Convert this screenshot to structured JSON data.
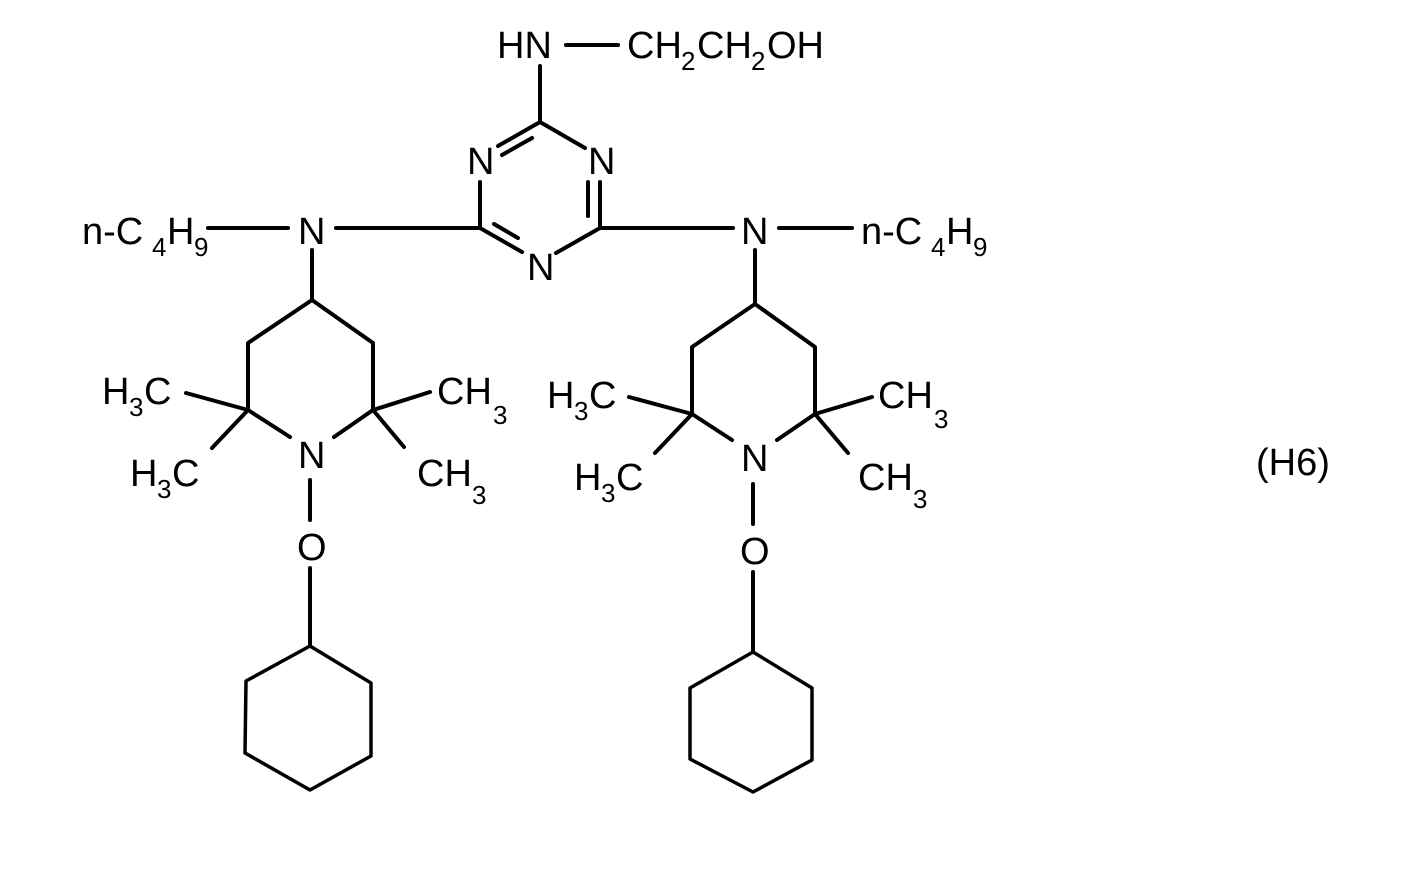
{
  "compound_label": "(H6)",
  "colors": {
    "background": "#ffffff",
    "ink": "#000000"
  },
  "top_substituent": {
    "amine": "HN",
    "chain_parts": [
      "CH",
      "2",
      "CH",
      "2",
      "OH"
    ],
    "formula": "CH2CH2OH"
  },
  "triazine": {
    "ring_atoms": [
      "N",
      "N",
      "N"
    ],
    "description": "1,3,5-triazine ring"
  },
  "left_arm": {
    "alkyl": {
      "prefix": "n-C",
      "sub1": "4",
      "h": "H",
      "sub2": "9",
      "formula": "n-C4H9"
    },
    "amine_n": "N",
    "piperidine": {
      "ring_n": "N",
      "methyl_top_left": {
        "h": "H",
        "sub": "3",
        "c": "C"
      },
      "methyl_bottom_left": {
        "h": "H",
        "sub": "3",
        "c": "C"
      },
      "methyl_top_right": {
        "c": "CH",
        "sub": "3"
      },
      "methyl_bottom_right": {
        "c": "CH",
        "sub": "3"
      }
    },
    "oxygen": "O",
    "cycloalkyl": "cyclohexyl"
  },
  "right_arm": {
    "alkyl": {
      "prefix": "n-C",
      "sub1": "4",
      "h": "H",
      "sub2": "9",
      "formula": "n-C4H9"
    },
    "amine_n": "N",
    "piperidine": {
      "ring_n": "N",
      "methyl_top_left": {
        "h": "H",
        "sub": "3",
        "c": "C"
      },
      "methyl_bottom_left": {
        "h": "H",
        "sub": "3",
        "c": "C"
      },
      "methyl_top_right": {
        "c": "CH",
        "sub": "3"
      },
      "methyl_bottom_right": {
        "c": "CH",
        "sub": "3"
      }
    },
    "oxygen": "O",
    "cycloalkyl": "cyclohexyl"
  }
}
